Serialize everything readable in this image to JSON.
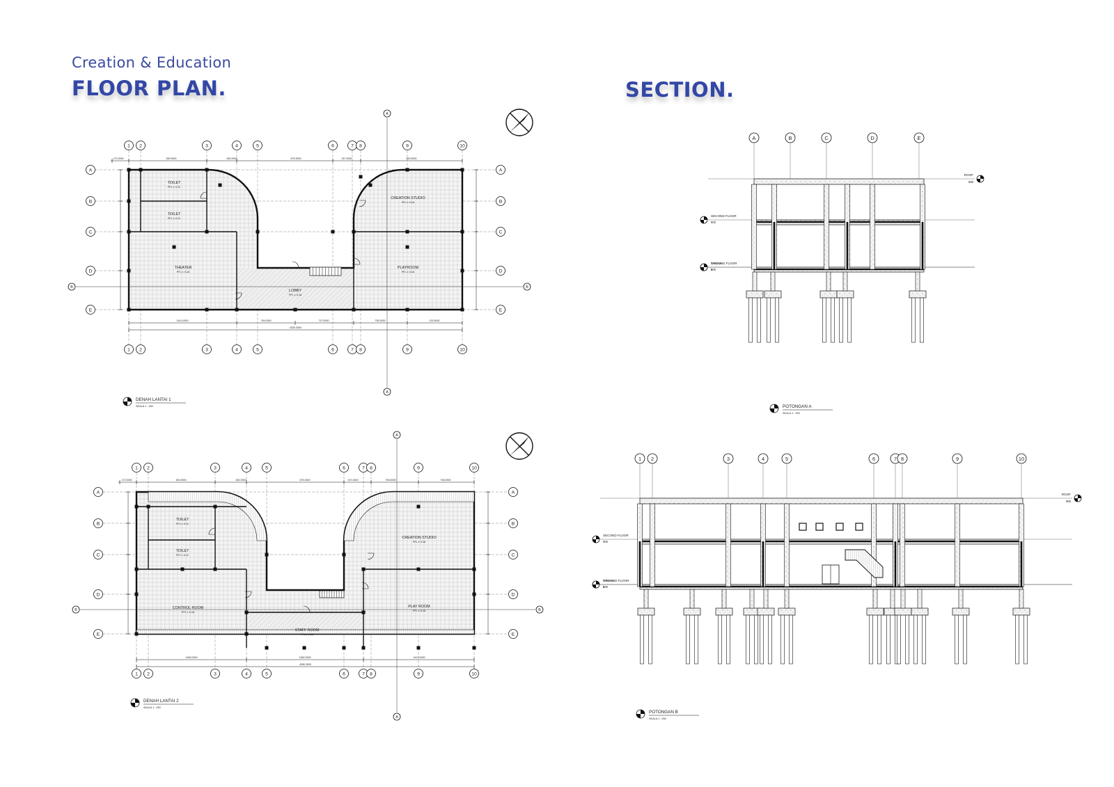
{
  "header": {
    "subtitle": "Creation & Education",
    "floor_plan_title": "FLOOR PLAN.",
    "section_title": "SECTION."
  },
  "icons": {
    "north_arrow": "north-arrow-icon",
    "section_marker": "section-marker-icon",
    "level_marker": "level-marker-icon"
  },
  "colors": {
    "accent": "#3347a6",
    "line": "#111111",
    "hatch": "#bdbdbd"
  },
  "grid": {
    "columns": [
      "1",
      "2",
      "3",
      "4",
      "5",
      "6",
      "7",
      "8",
      "9",
      "10"
    ],
    "rows": [
      "A",
      "B",
      "C",
      "D",
      "E"
    ],
    "section_axis_a": "A",
    "section_axis_b": "B",
    "section_a_columns": [
      "A",
      "B",
      "C",
      "D",
      "E"
    ]
  },
  "plan1": {
    "rooms": [
      {
        "name": "TOILET",
        "level": "FFL ± 0.11"
      },
      {
        "name": "TOILET",
        "level": "FFL ± 0.11"
      },
      {
        "name": "THEATER",
        "level": "FFL ± 0.16"
      },
      {
        "name": "LOBBY",
        "level": "FFL ± 0.16"
      },
      {
        "name": "CREATION STUDIO",
        "level": "FFL ± 0.16"
      },
      {
        "name": "PLAYROOM",
        "level": "FFL ± 0.16"
      }
    ],
    "dims_top": [
      "172.0000",
      "450.9000",
      "462.0000",
      "675.3000",
      "247.4000",
      "552.5000"
    ],
    "dims_bottom": [
      "1410.0000",
      "745.0000",
      "737.5000",
      "795.3000",
      "132.5000"
    ],
    "dim_total": "4325.3000",
    "caption": "DENAH LANTAI 1",
    "scale": "SKALA 1 : 250"
  },
  "plan2": {
    "rooms": [
      {
        "name": "TOILET",
        "level": "FFL ± 0.11"
      },
      {
        "name": "TOILET",
        "level": "FFL ± 0.11"
      },
      {
        "name": "CONTROL ROOM",
        "level": "FFL ± 0.16"
      },
      {
        "name": "STAFF ROOM",
        "level": "FFL ± 0.16"
      },
      {
        "name": "CREATION STUDIO",
        "level": "FFL ± 0.16"
      },
      {
        "name": "PLAY ROOM",
        "level": "FFL ± 0.16"
      }
    ],
    "dims_top": [
      "172.0000",
      "450.9000",
      "462.0000",
      "675.3000",
      "247.4000",
      "706.0000",
      "708.0000"
    ],
    "dims_bottom": [
      "1450.0000",
      "1482.0000",
      "1417.0000"
    ],
    "dim_total": "4280.3000",
    "caption": "DENAH LANTAI 2",
    "scale": "SKALA 1 : 250"
  },
  "sectionA": {
    "levels": [
      {
        "name": "SECOND FLOOR",
        "value": "900"
      },
      {
        "name": "GROUND FLOOR",
        "value": "500"
      },
      {
        "name": "TANAH",
        "value": "0"
      }
    ],
    "roof": {
      "name": "ROOF",
      "value": "980"
    },
    "caption": "POTONGAN A",
    "scale": "SKALA 1 : 250"
  },
  "sectionB": {
    "levels": [
      {
        "name": "SECOND FLOOR",
        "value": "900"
      },
      {
        "name": "GROUND FLOOR",
        "value": "500"
      },
      {
        "name": "TANAH",
        "value": "0"
      }
    ],
    "roof": {
      "name": "ROOF",
      "value": "980"
    },
    "caption": "POTONGAN B",
    "scale": "SKALA 1 : 250"
  }
}
